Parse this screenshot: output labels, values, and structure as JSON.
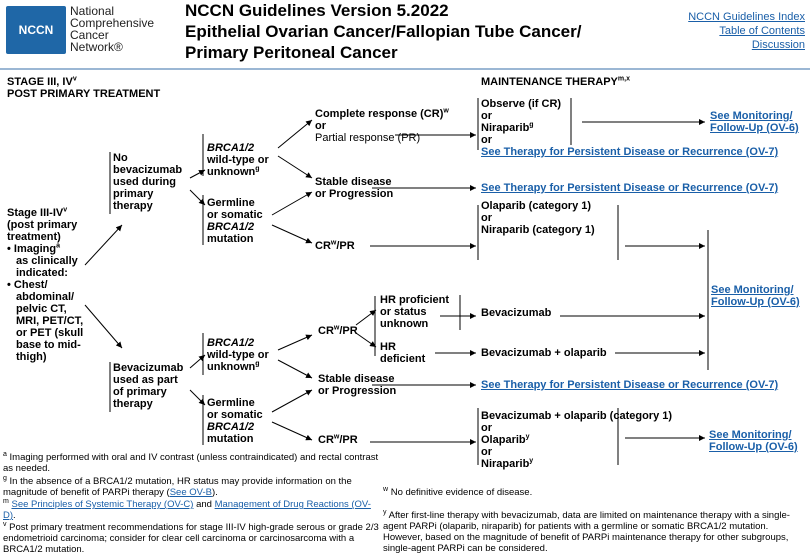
{
  "header": {
    "logo_abbrev": "NCCN",
    "org_line1": "National",
    "org_line2": "Comprehensive",
    "org_line3": "Cancer",
    "org_line4": "Network®",
    "title1": "NCCN Guidelines Version 5.2022",
    "title2": "Epithelial Ovarian Cancer/Fallopian Tube Cancer/",
    "title3": "Primary Peritoneal Cancer",
    "links": [
      "NCCN Guidelines Index",
      "Table of Contents",
      "Discussion"
    ]
  },
  "columns": {
    "stage_label": "STAGE III, IV",
    "stage_sup": "v",
    "stage_sub": "POST PRIMARY TREATMENT",
    "maint_label": "MAINTENANCE THERAPY",
    "maint_sup": "m,x"
  },
  "stage_box": {
    "l1": "Stage III-IV",
    "l1_sup": "v",
    "l2": "(post primary",
    "l3": "treatment)",
    "l4": "• Imaging",
    "l4_sup": "a",
    "l5": "as clinically",
    "l6": "indicated:",
    "l7": "• Chest/",
    "l8": "abdominal/",
    "l9": "pelvic CT,",
    "l10": "MRI, PET/CT,",
    "l11": "or PET (skull",
    "l12": "base to mid-",
    "l13": "thigh)"
  },
  "branch_nobev": [
    "No",
    "bevacizumab",
    "used during",
    "primary",
    "therapy"
  ],
  "branch_bev": [
    "Bevacizumab",
    "used as part",
    "of primary",
    "therapy"
  ],
  "brca_wt": {
    "l1": "BRCA1/2",
    "l2": "wild-type or",
    "l3": "unknown",
    "sup": "g"
  },
  "brca_mut": {
    "l1": "Germline",
    "l2": "or somatic",
    "l3": "BRCA1/2",
    "l4": "mutation"
  },
  "response": {
    "cr_pr1": "Complete response (CR)",
    "cr_sup": "w",
    "or": "or",
    "pr": "Partial response (PR)",
    "stable1": "Stable disease",
    "stable2": "or Progression",
    "crpr": "CR",
    "crpr_sup": "w",
    "crpr_tail": "/PR"
  },
  "hr": {
    "prof1": "HR proficient",
    "prof2": "or status",
    "prof3": "unknown",
    "def1": "HR",
    "def2": "deficient"
  },
  "maint": {
    "observe": "Observe (if CR)",
    "or": "or",
    "niraparib": "Niraparib",
    "niraparib_sup": "g",
    "olaparib_cat1": "Olaparib (category 1)",
    "niraparib_cat1": "Niraparib (category 1)",
    "bevacizumab": "Bevacizumab",
    "bev_olaparib": "Bevacizumab + olaparib",
    "bev_olaparib_cat1": "Bevacizumab + olaparib (category 1)",
    "olaparib": "Olaparib",
    "y": "y"
  },
  "links": {
    "persistent": "See Therapy for Persistent Disease or Recurrence (OV-7)",
    "monitor1": "See Monitoring/",
    "monitor2": "Follow-Up (OV-6)"
  },
  "footnotes": {
    "a_mark": "a",
    "a": "Imaging performed with oral and IV contrast (unless contraindicated) and rectal contrast as needed.",
    "g_mark": "g",
    "g": "In the absence of a BRCA1/2 mutation, HR status may provide information on the magnitude of benefit of PARPi therapy (",
    "g_link": "See OV-B",
    "g_end": ").",
    "m_mark": "m",
    "m_link1": "See Principles of Systemic Therapy (OV-C)",
    "m_and": " and ",
    "m_link2": "Management of Drug Reactions (OV-D)",
    "m_end": ".",
    "v_mark": "v",
    "v": "Post primary treatment recommendations for stage III-IV high-grade serous or grade 2/3 endometrioid carcinoma; consider for clear cell carcinoma or carcinosarcoma with a BRCA1/2 mutation.",
    "w_mark": "w",
    "w": "No definitive evidence of disease.",
    "y_mark": "y",
    "y": "After first-line therapy with bevacizumab, data are limited on maintenance therapy with a single-agent PARPi (olaparib, niraparib) for patients with a germline or somatic BRCA1/2 mutation. However, based on the magnitude of benefit of PARPi maintenance therapy for other subgroups, single-agent PARPi can be considered."
  }
}
